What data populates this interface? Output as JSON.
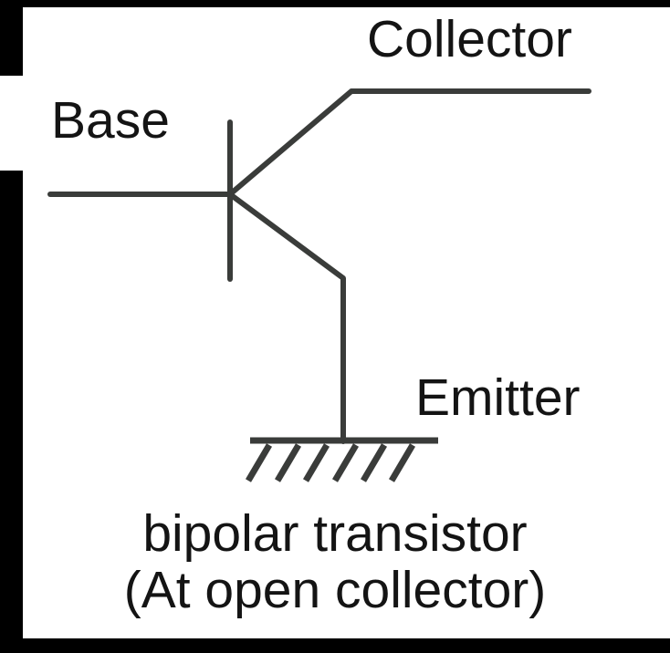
{
  "diagram": {
    "labels": {
      "collector": "Collector",
      "base": "Base",
      "emitter": "Emitter"
    },
    "caption": {
      "line1": "bipolar transistor",
      "line2": "(At open collector)"
    },
    "icons": {
      "ground": "ground-symbol",
      "transistor": "npn-transistor-symbol"
    },
    "colors": {
      "background": "#ffffff",
      "border": "#000000",
      "line": "#3a3c3a",
      "text": "#141414"
    }
  }
}
